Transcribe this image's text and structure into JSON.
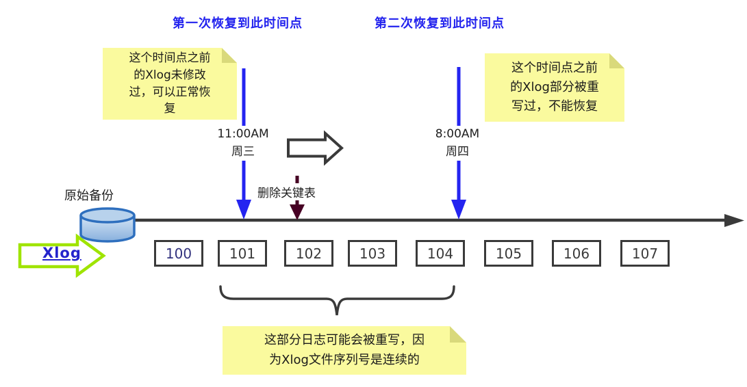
{
  "headings": {
    "first": "第一次恢复到此时间点",
    "second": "第二次恢复到此时间点"
  },
  "notes": {
    "left": "这个时间点之前\n的Xlog未修改\n过，可以正常恢\n复",
    "right": "这个时间点之前\n的Xlog部分被重\n写过，不能恢复",
    "bottom": "这部分日志可能会被重写，因\n为Xlog文件序列号是连续的"
  },
  "labels": {
    "time_first": "11:00AM\n周三",
    "time_second": "8:00AM\n周四",
    "delete_event": "删除关键表",
    "base_backup": "原始备份",
    "xlog": "Xlog"
  },
  "timeline": {
    "segments": [
      "100",
      "101",
      "102",
      "103",
      "104",
      "105",
      "106",
      "107"
    ],
    "segment_colors": [
      "#32327e",
      "#3a3a3a",
      "#3a3a3a",
      "#3a3a3a",
      "#3a3a3a",
      "#3a3a3a",
      "#3a3a3a",
      "#3a3a3a"
    ]
  },
  "colors": {
    "accent_blue": "#2222ee",
    "note_yellow": "#fafa9e",
    "note_fold": "#d9d97b",
    "line_dark": "#3a3a3a",
    "delete_arrow_maroon": "#470024",
    "xlog_arrow_green": "#9fe400",
    "xlog_text_blue": "#2424cc",
    "cylinder_border": "#2e6fbe",
    "cylinder_fill_light": "#d6e6f6",
    "cylinder_fill_dark": "#88b0dd"
  }
}
